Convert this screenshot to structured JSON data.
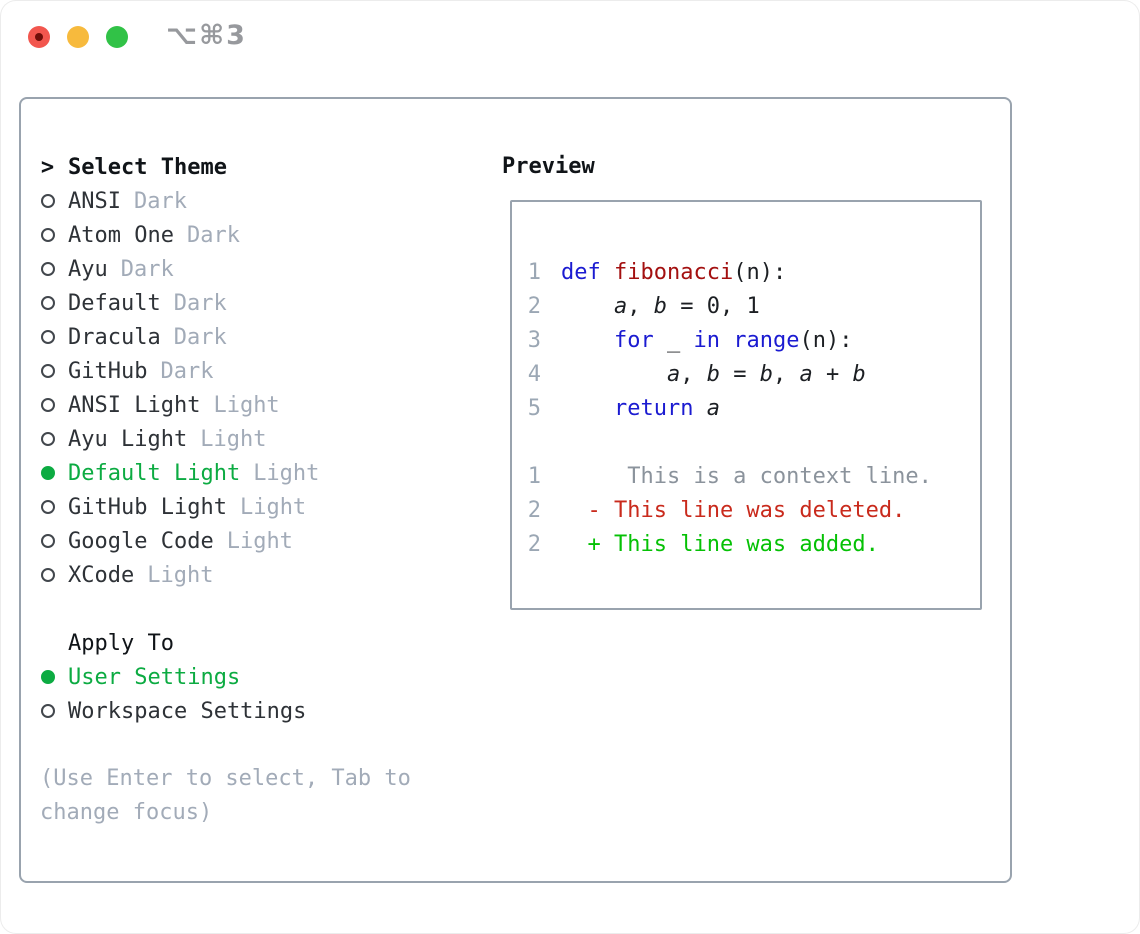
{
  "window": {
    "shortcut_label": "⌥⌘3"
  },
  "colors": {
    "selected_green": "#0cab42",
    "diff_added_green": "#05c105",
    "diff_deleted_red": "#c92a1c",
    "keyword_blue": "#1b1bd1",
    "function_red": "#a31010",
    "context_gray": "#8b939c",
    "muted_gray": "#a2abb8"
  },
  "theme_panel": {
    "header": {
      "prompt": ">",
      "label": "Select Theme"
    },
    "themes": [
      {
        "name": "ANSI",
        "variant": "Dark",
        "selected": false
      },
      {
        "name": "Atom One",
        "variant": "Dark",
        "selected": false
      },
      {
        "name": "Ayu",
        "variant": "Dark",
        "selected": false
      },
      {
        "name": "Default",
        "variant": "Dark",
        "selected": false
      },
      {
        "name": "Dracula",
        "variant": "Dark",
        "selected": false
      },
      {
        "name": "GitHub",
        "variant": "Dark",
        "selected": false
      },
      {
        "name": "ANSI Light",
        "variant": "Light",
        "selected": false
      },
      {
        "name": "Ayu Light",
        "variant": "Light",
        "selected": false
      },
      {
        "name": "Default Light",
        "variant": "Light",
        "selected": true
      },
      {
        "name": "GitHub Light",
        "variant": "Light",
        "selected": false
      },
      {
        "name": "Google Code",
        "variant": "Light",
        "selected": false
      },
      {
        "name": "XCode",
        "variant": "Light",
        "selected": false
      }
    ],
    "apply_to": {
      "header": "Apply To",
      "options": [
        {
          "label": "User Settings",
          "selected": true
        },
        {
          "label": "Workspace Settings",
          "selected": false
        }
      ]
    },
    "hint_lines": [
      "(Use Enter to select, Tab to",
      "change focus)"
    ]
  },
  "preview": {
    "title": "Preview",
    "lines": [
      {
        "type": "code",
        "num": "1",
        "tokens": [
          {
            "t": "def",
            "c": "kw"
          },
          {
            "t": " ",
            "c": "plain"
          },
          {
            "t": "fibonacci",
            "c": "fn"
          },
          {
            "t": "(n):",
            "c": "plain"
          }
        ]
      },
      {
        "type": "code",
        "num": "2",
        "tokens": [
          {
            "t": "    ",
            "c": "plain"
          },
          {
            "t": "a",
            "c": "var"
          },
          {
            "t": ", ",
            "c": "plain"
          },
          {
            "t": "b",
            "c": "var"
          },
          {
            "t": " = ",
            "c": "plain"
          },
          {
            "t": "0, 1",
            "c": "plain"
          }
        ]
      },
      {
        "type": "code",
        "num": "3",
        "tokens": [
          {
            "t": "    ",
            "c": "plain"
          },
          {
            "t": "for",
            "c": "kw"
          },
          {
            "t": " _ ",
            "c": "plain"
          },
          {
            "t": "in",
            "c": "kw"
          },
          {
            "t": " ",
            "c": "plain"
          },
          {
            "t": "range",
            "c": "kw"
          },
          {
            "t": "(n):",
            "c": "plain"
          }
        ]
      },
      {
        "type": "code",
        "num": "4",
        "tokens": [
          {
            "t": "        ",
            "c": "plain"
          },
          {
            "t": "a",
            "c": "var"
          },
          {
            "t": ", ",
            "c": "plain"
          },
          {
            "t": "b",
            "c": "var"
          },
          {
            "t": " = ",
            "c": "plain"
          },
          {
            "t": "b",
            "c": "var"
          },
          {
            "t": ", ",
            "c": "plain"
          },
          {
            "t": "a",
            "c": "var"
          },
          {
            "t": " + ",
            "c": "plain"
          },
          {
            "t": "b",
            "c": "var"
          }
        ]
      },
      {
        "type": "code",
        "num": "5",
        "tokens": [
          {
            "t": "    ",
            "c": "plain"
          },
          {
            "t": "return",
            "c": "kw"
          },
          {
            "t": " ",
            "c": "plain"
          },
          {
            "t": "a",
            "c": "var"
          }
        ]
      },
      {
        "type": "blank",
        "num": "",
        "tokens": []
      },
      {
        "type": "diff-context",
        "num": "1",
        "tokens": [
          {
            "t": "     This is a context line.",
            "c": "ctx"
          }
        ]
      },
      {
        "type": "diff-deleted",
        "num": "2",
        "tokens": [
          {
            "t": "  - This line was deleted.",
            "c": "del"
          }
        ]
      },
      {
        "type": "diff-added",
        "num": "2",
        "tokens": [
          {
            "t": "  + This line was added.",
            "c": "add"
          }
        ]
      }
    ]
  }
}
